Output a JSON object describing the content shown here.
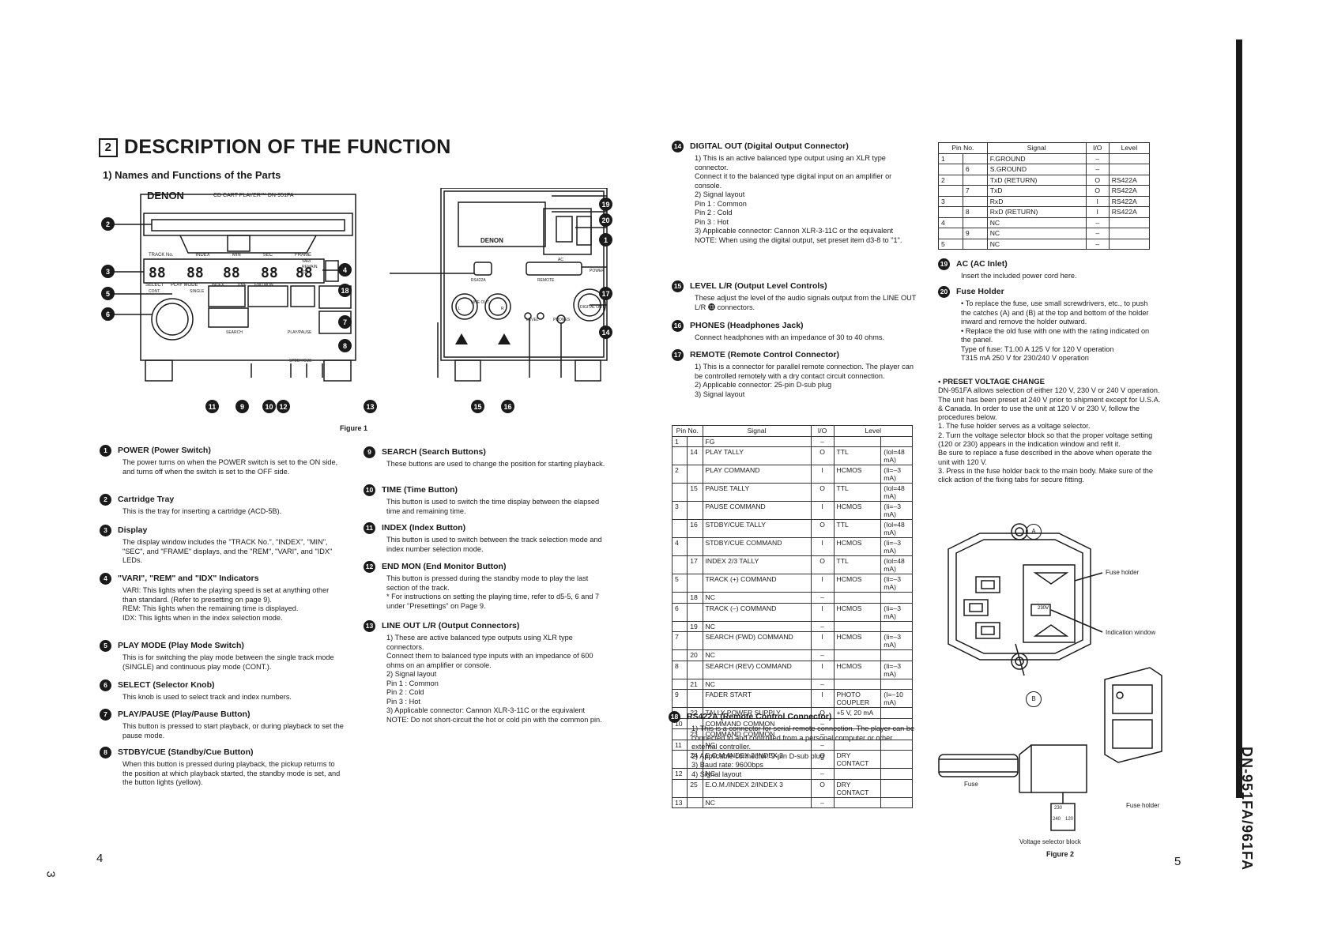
{
  "section": {
    "number": "2",
    "title": "DESCRIPTION OF THE FUNCTION",
    "subtitle": "1) Names and Functions of the Parts"
  },
  "figure1": {
    "label": "Figure 1",
    "brand": "DENON",
    "model_line": "CD CART PLAYER™ DN-951FA",
    "display_labels": [
      "TRACK No.",
      "INDEX",
      "MIN",
      "SEC",
      "FRAME"
    ],
    "side_labels": [
      "VARI",
      "REMAIN",
      "IDX"
    ],
    "control_labels": [
      "SELECT",
      "PLAY MODE",
      "CONT.",
      "SINGLE",
      "INDEX",
      "TIME",
      "END MON",
      "PLAY/PAUSE",
      "STDBY/CUE",
      "SEARCH"
    ],
    "rear_labels": [
      "DENON",
      "RS422A",
      "REMOTE",
      "AC",
      "POWER",
      "LINE OUT",
      "L",
      "R",
      "LEVEL",
      "PHONES",
      "DIGITAL OUT"
    ],
    "callouts": {
      "c1": "1",
      "c2": "2",
      "c3": "3",
      "c4": "4",
      "c5": "5",
      "c6": "6",
      "c7": "7",
      "c8": "8",
      "c9": "9",
      "c10": "10",
      "c11": "11",
      "c12": "12",
      "c13": "13",
      "c14": "14",
      "c15": "15",
      "c16": "16",
      "c17": "17",
      "c18": "18",
      "c19": "19",
      "c20": "20"
    }
  },
  "items_left": [
    {
      "num": "1",
      "title": "POWER (Power Switch)",
      "text": "The power turns on when the POWER switch is set to the ON side, and turns off when the switch is set to the OFF side."
    },
    {
      "num": "2",
      "title": "Cartridge Tray",
      "text": "This is the tray for inserting a cartridge (ACD-5B)."
    },
    {
      "num": "3",
      "title": "Display",
      "text": "The display window includes the \"TRACK No.\", \"INDEX\", \"MIN\", \"SEC\", and \"FRAME\" displays, and the \"REM\", \"VARI\", and \"IDX\" LEDs."
    },
    {
      "num": "4",
      "title": "\"VARI\", \"REM\" and \"IDX\" Indicators",
      "text": "VARI:  This lights when the playing speed is set at anything other than standard. (Refer to presetting on page 9).\nREM:  This lights when the remaining time is displayed.\nIDX:   This lights when in the index selection mode."
    },
    {
      "num": "5",
      "title": "PLAY MODE (Play Mode Switch)",
      "text": "This is for switching the play mode between the single track mode (SINGLE) and continuous play mode (CONT.)."
    },
    {
      "num": "6",
      "title": "SELECT (Selector Knob)",
      "text": "This knob is used to select track and index numbers."
    },
    {
      "num": "7",
      "title": "PLAY/PAUSE (Play/Pause Button)",
      "text": "This button is pressed to start playback, or during playback to set the pause mode."
    },
    {
      "num": "8",
      "title": "STDBY/CUE (Standby/Cue Button)",
      "text": "When this button is pressed during playback, the pickup returns to the position at which playback started, the standby mode is set, and the button lights (yellow)."
    }
  ],
  "items_mid": [
    {
      "num": "9",
      "title": "SEARCH (Search Buttons)",
      "text": "These buttons are used to change the position for starting playback."
    },
    {
      "num": "10",
      "title": "TIME (Time Button)",
      "text": "This button is used to switch the time display between the elapsed time and remaining time."
    },
    {
      "num": "11",
      "title": "INDEX (Index Button)",
      "text": "This button is used to switch between the track selection mode and index number selection mode."
    },
    {
      "num": "12",
      "title": "END MON (End Monitor Button)",
      "text": "This button is pressed during the standby mode to play the last section of the track.\n* For instructions on setting the playing time, refer to d5-5, 6 and 7 under \"Presettings\" on Page 9."
    },
    {
      "num": "13",
      "title": "LINE OUT L/R (Output Connectors)",
      "text": "1) These are active balanced type outputs using XLR type connectors.\n    Connect them to balanced type inputs with an impedance of 600 ohms on an amplifier or console.\n2) Signal layout\n    Pin 1 : Common\n    Pin 2 : Cold\n    Pin 3 : Hot\n3) Applicable connector: Cannon XLR-3-11C or the equivalent\nNOTE:  Do not short-circuit the hot or cold pin with the common pin."
    }
  ],
  "items_right": [
    {
      "num": "14",
      "title": "DIGITAL OUT (Digital Output Connector)",
      "text": "1) This is an active balanced type output using an XLR type connector.\n    Connect it to the balanced type digital input on an amplifier or console.\n2) Signal layout\n    Pin 1 : Common\n    Pin 2 : Cold\n    Pin 3 : Hot\n3) Applicable connector: Cannon XLR-3-11C or the equivalent\nNOTE:  When using the digital output, set preset item d3-8 to \"1\"."
    },
    {
      "num": "15",
      "title": "LEVEL L/R (Output Level Controls)",
      "text": "These adjust the level of the audio signals output from the LINE OUT L/R ⓭ connectors."
    },
    {
      "num": "16",
      "title": "PHONES (Headphones Jack)",
      "text": "Connect headphones with an impedance of 30 to 40 ohms."
    },
    {
      "num": "17",
      "title": "REMOTE (Remote Control Connector)",
      "text": "1) This is a connector for parallel remote connection. The player can be controlled remotely with a dry contact circuit connection.\n2) Applicable connector: 25-pin D-sub plug\n3) Signal layout"
    }
  ],
  "item18": {
    "num": "18",
    "title": "RS422A (Remote Control Connector)",
    "text": "1) This is a connector for serial remote connection. The player can be connected to and controlled from a personal computer or other external controller.\n2) Applicable connector: 9-pin D-sub plug\n3) Baud rate: 9600bps\n4) Signal layout"
  },
  "remote_table": {
    "headers": [
      "Pin No.",
      "Signal",
      "I/O",
      "Level"
    ],
    "rows": [
      [
        "1",
        "",
        "FG",
        "–",
        "",
        ""
      ],
      [
        "",
        "14",
        "PLAY TALLY",
        "O",
        "TTL",
        "(Iol=48 mA)"
      ],
      [
        "2",
        "",
        "PLAY COMMAND",
        "I",
        "HCMOS",
        "(Ii=–3 mA)"
      ],
      [
        "",
        "15",
        "PAUSE TALLY",
        "O",
        "TTL",
        "(Iol=48 mA)"
      ],
      [
        "3",
        "",
        "PAUSE COMMAND",
        "I",
        "HCMOS",
        "(Ii=–3 mA)"
      ],
      [
        "",
        "16",
        "STDBY/CUE TALLY",
        "O",
        "TTL",
        "(Iol=48 mA)"
      ],
      [
        "4",
        "",
        "STDBY/CUE COMMAND",
        "I",
        "HCMOS",
        "(Ii=–3 mA)"
      ],
      [
        "",
        "17",
        "INDEX 2/3 TALLY",
        "O",
        "TTL",
        "(Iol=48 mA)"
      ],
      [
        "5",
        "",
        "TRACK (+) COMMAND",
        "I",
        "HCMOS",
        "(Ii=–3 mA)"
      ],
      [
        "",
        "18",
        "NC",
        "–",
        "",
        ""
      ],
      [
        "6",
        "",
        "TRACK (–) COMMAND",
        "I",
        "HCMOS",
        "(Ii=–3 mA)"
      ],
      [
        "",
        "19",
        "NC",
        "–",
        "",
        ""
      ],
      [
        "7",
        "",
        "SEARCH (FWD) COMMAND",
        "I",
        "HCMOS",
        "(Ii=–3 mA)"
      ],
      [
        "",
        "20",
        "NC",
        "–",
        "",
        ""
      ],
      [
        "8",
        "",
        "SEARCH (REV) COMMAND",
        "I",
        "HCMOS",
        "(Ii=–3 mA)"
      ],
      [
        "",
        "21",
        "NC",
        "–",
        "",
        ""
      ],
      [
        "9",
        "",
        "FADER START",
        "I",
        "PHOTO COUPLER",
        "(I=–10 mA)"
      ],
      [
        "",
        "22",
        "TALLY POWER SUPPLY",
        "O",
        "+5 V, 20 mA",
        ""
      ],
      [
        "10",
        "",
        "COMMAND COMMON",
        "–",
        "",
        ""
      ],
      [
        "",
        "23",
        "COMMAND COMMON",
        "–",
        "",
        ""
      ],
      [
        "11",
        "",
        "NC",
        "–",
        "",
        ""
      ],
      [
        "",
        "24",
        "E.O.M./INDEX 2/INDEX 3",
        "O",
        "DRY CONTACT",
        ""
      ],
      [
        "12",
        "",
        "NC",
        "–",
        "",
        ""
      ],
      [
        "",
        "25",
        "E.O.M./INDEX 2/INDEX 3",
        "O",
        "DRY CONTACT",
        ""
      ],
      [
        "13",
        "",
        "NC",
        "–",
        "",
        ""
      ]
    ]
  },
  "rs_table": {
    "headers": [
      "Pin No.",
      "Signal",
      "I/O",
      "Level"
    ],
    "rows": [
      [
        "1",
        "",
        "F.GROUND",
        "–",
        ""
      ],
      [
        "",
        "6",
        "S.GROUND",
        "–",
        ""
      ],
      [
        "2",
        "",
        "TxD (RETURN)",
        "O",
        "RS422A"
      ],
      [
        "",
        "7",
        "TxD",
        "O",
        "RS422A"
      ],
      [
        "3",
        "",
        "RxD",
        "I",
        "RS422A"
      ],
      [
        "",
        "8",
        "RxD (RETURN)",
        "I",
        "RS422A"
      ],
      [
        "4",
        "",
        "NC",
        "–",
        ""
      ],
      [
        "",
        "9",
        "NC",
        "–",
        ""
      ],
      [
        "5",
        "",
        "NC",
        "–",
        ""
      ]
    ]
  },
  "item19": {
    "num": "19",
    "title": "AC (AC Inlet)",
    "text": "Insert the included power cord here."
  },
  "item20": {
    "num": "20",
    "title": "Fuse Holder",
    "text": "•  To replace the fuse, use small screwdrivers, etc., to push the catches (A) and (B) at the top and bottom of the holder inward and remove the holder outward.\n•  Replace the old fuse with one with the rating indicated on the panel.\n    Type of fuse: T1.00 A 125 V for 120 V operation\n                          T315 mA 250 V for 230/240 V operation"
  },
  "preset": {
    "title": "•  PRESET VOLTAGE CHANGE",
    "text": "DN-951FA allows selection of either 120 V, 230 V or 240 V operation. The unit has been preset at 240 V prior to shipment except for U.S.A. & Canada. In order to use the unit at 120 V or 230 V, follow the procedures below.\n1.  The fuse holder serves as a voltage selector.\n2.  Turn the voltage selector block so that the proper voltage setting (120 or 230) appears in the indication window and refit it.\n    Be sure to replace a fuse described in the above when operate the unit with 120 V.\n3.  Press in the fuse holder back to the main body. Make sure of the click action of the fixing tabs for secure fitting."
  },
  "figure2": {
    "label": "Figure 2",
    "a": "A",
    "b": "B",
    "fuse_holder": "Fuse holder",
    "indication_window": "Indication window",
    "fuse": "Fuse",
    "fuse_holder2": "Fuse holder",
    "voltage_block": "Voltage selector block",
    "v230": "230",
    "v240": "240",
    "v120": "120"
  },
  "pages": {
    "left": "4",
    "right": "5",
    "margin": "3"
  },
  "model_side": "DN-951FA/961FA"
}
